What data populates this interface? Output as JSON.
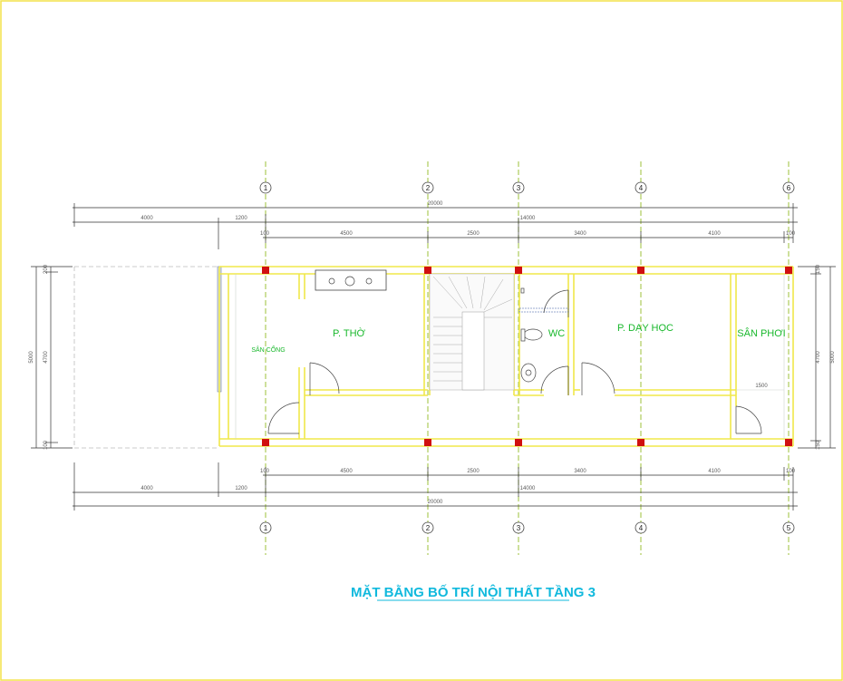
{
  "drawing": {
    "title": "MẶT BẰNG BỐ TRÍ NỘI THẤT TẦNG 3",
    "colors": {
      "frame": "#f4e24a",
      "wall": "#f0e84a",
      "column": "#d01010",
      "axis": "#9ec23a",
      "dimension": "#333333",
      "room_text": "#19b82c",
      "title": "#10b9dd"
    },
    "axes_top": [
      "1",
      "2",
      "3",
      "4",
      "6"
    ],
    "axes_bottom": [
      "1",
      "2",
      "3",
      "4",
      "5"
    ],
    "top_dims": {
      "overall": "20000",
      "sub": "14000",
      "left_a": "4000",
      "left_b": "1200",
      "spans": [
        "100",
        "4500",
        "2500",
        "3400",
        "4100",
        "100"
      ]
    },
    "bottom_dims": {
      "overall": "20000",
      "sub": "14000",
      "left_a": "4000",
      "left_b": "1200",
      "spans": [
        "100",
        "4500",
        "2500",
        "3400",
        "4100",
        "100"
      ]
    },
    "side_dims": {
      "left_outer": "5000",
      "left_inner": "4700",
      "left_top": "200",
      "left_bottom": "100",
      "right_outer": "5000",
      "right_inner": "4700",
      "right_top": "150",
      "right_bottom": "150"
    },
    "rooms": {
      "tho": "P. THỜ",
      "wc": "WC",
      "day_hoc": "P. DẠY HỌC",
      "san_phoi": "SÂN PHƠI",
      "san_cong": "SÂN CỔNG",
      "balcony_dim": "1500"
    }
  }
}
